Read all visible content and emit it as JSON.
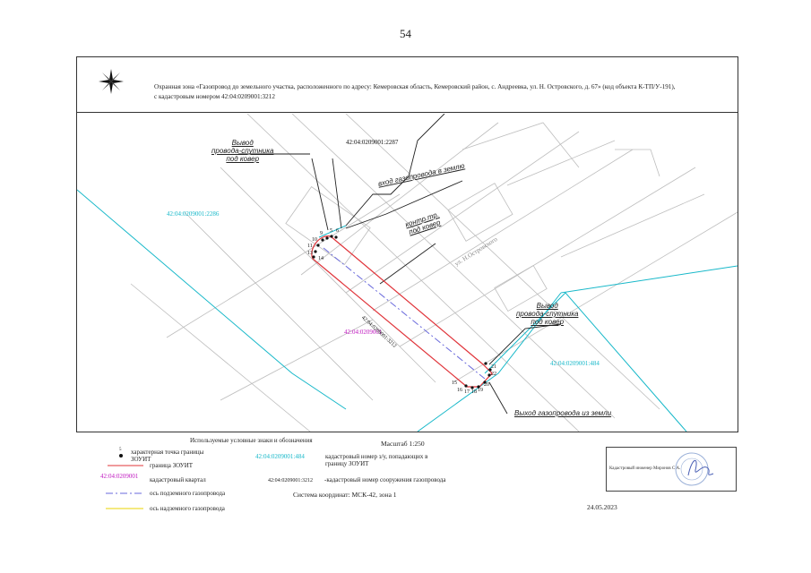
{
  "page_number": "54",
  "title": {
    "line1": "Охранная зона «Газопровод до земельного участка, расположенного по адресу: Кемеровская область, Кемеровский район, с. Андреевка, ул. Н. Островского, д. 67» (код объекта К-ТП/У-191),",
    "line2": "с кадастровым номером 42:04:0209001:3212"
  },
  "map_labels": {
    "parcel_2287": "42:04:0209001:2287",
    "parcel_2286": "42:04:0209001:2286",
    "quarter": "42:04:0209001",
    "parcel_484": "42:04:0209001:484",
    "structure": "42:04:0209001:3212",
    "street": "ул. Н.Островского",
    "points": [
      "1",
      "2",
      "3",
      "4",
      "5",
      "6",
      "9",
      "10",
      "11",
      "13",
      "14",
      "15",
      "16",
      "17",
      "18",
      "19",
      "20",
      "21",
      "22"
    ]
  },
  "callouts": {
    "wire_out_1": "Вывод\nпровода-спутника\nпод ковер",
    "pipe_entry": "вход газопровода в землю",
    "control_pipe": "контр.тр.\nпод ковер",
    "wire_out_2": "Вывод\nпровода-спутника\nпод ковер",
    "pipe_exit": "Выход газопровода из земли"
  },
  "legend": {
    "title": "Используемые условные знаки и обозначения",
    "point_symbol": "5",
    "point_label": "характерная точка границы\nЗОУИТ",
    "boundary_label": "граница ЗОУИТ",
    "cadastral_number_sample": "42:04:0209001:484",
    "cadastral_number_label": "кадастровый номер з/у, попадающих в\nграницу ЗОУИТ",
    "quarter_sample": "42:04:0209001",
    "quarter_label": "кадастровый квартал",
    "structure_sample": "42:04:0209001:3212",
    "structure_label": "-кадастровый номер сооружения газопровода",
    "underground_label": "ось подземного газопровода",
    "aboveground_label": "ось надземного газопровода"
  },
  "scale": "Масштаб 1:250",
  "coordinate_system": "Система координат: МСК-42, зона 1",
  "date": "24.05.2023",
  "stamp": "Кадастровый инженер   Миронов С.А.",
  "colors": {
    "boundary": "#e0343a",
    "cadastral": "#17b8c9",
    "quarter": "#c01ac0",
    "underground_axis": "#6a6adc",
    "aboveground_axis": "#e8d300",
    "background_lines": "#b8b8b8"
  }
}
